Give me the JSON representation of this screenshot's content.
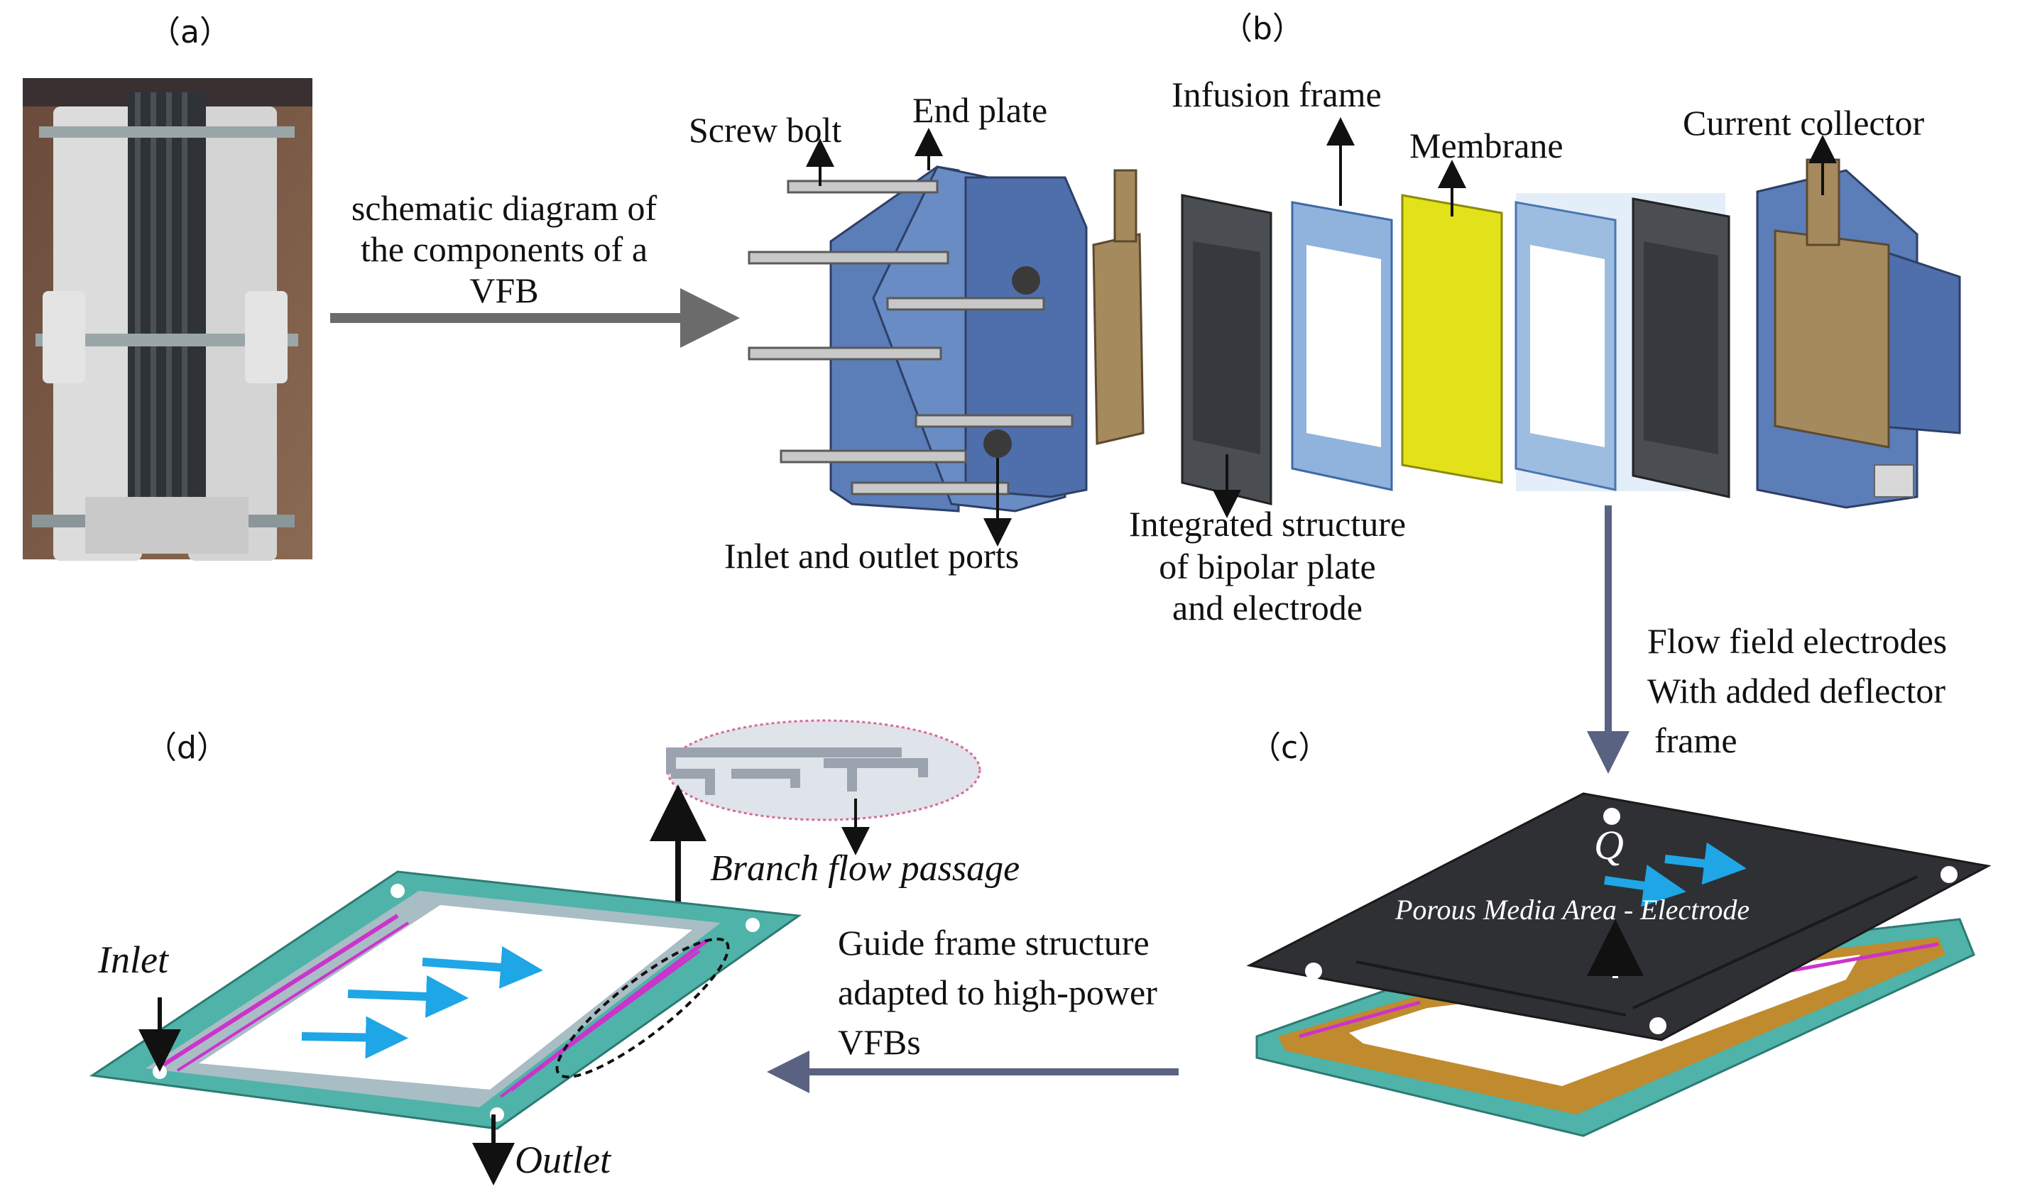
{
  "panels": {
    "a": "（a）",
    "b": "（b）",
    "c": "（c）",
    "d": "（d）"
  },
  "panel_b": {
    "screw_bolt": "Screw bolt",
    "end_plate": "End plate",
    "infusion_frame": "Infusion frame",
    "membrane": "Membrane",
    "current_collector": "Current collector",
    "inlet_outlet_ports": "Inlet and outlet ports",
    "integrated_line1": "Integrated structure",
    "integrated_line2": "of bipolar plate",
    "integrated_line3": "and electrode"
  },
  "arrow_a_to_b": {
    "line1": "schematic diagram of",
    "line2": "the components of a",
    "line3": "VFB"
  },
  "arrow_b_to_c": {
    "line1": "Flow field electrodes",
    "line2": "With added deflector",
    "line3": "frame"
  },
  "panel_c": {
    "flow_symbol": "Q",
    "porous_label": "Porous Media Area - Electrode"
  },
  "arrow_c_to_d": {
    "line1": "Guide frame structure",
    "line2": "adapted to high-power",
    "line3": "VFBs"
  },
  "panel_d": {
    "inlet": "Inlet",
    "outlet": "Outlet",
    "branch": "Branch flow passage"
  },
  "colors": {
    "frame_blue": "#5b7db8",
    "light_frame": "#8fb3dc",
    "membrane_yellow": "#e3e11a",
    "collector_tan": "#a58a5e",
    "electrode_dark": "#3f4247",
    "guide_teal": "#4fb3a9",
    "channel_magenta": "#cc33cc",
    "flow_arrow": "#1ea6e6",
    "grey_arrow": "#6b6b6b",
    "slate_arrow": "#5a6282"
  }
}
